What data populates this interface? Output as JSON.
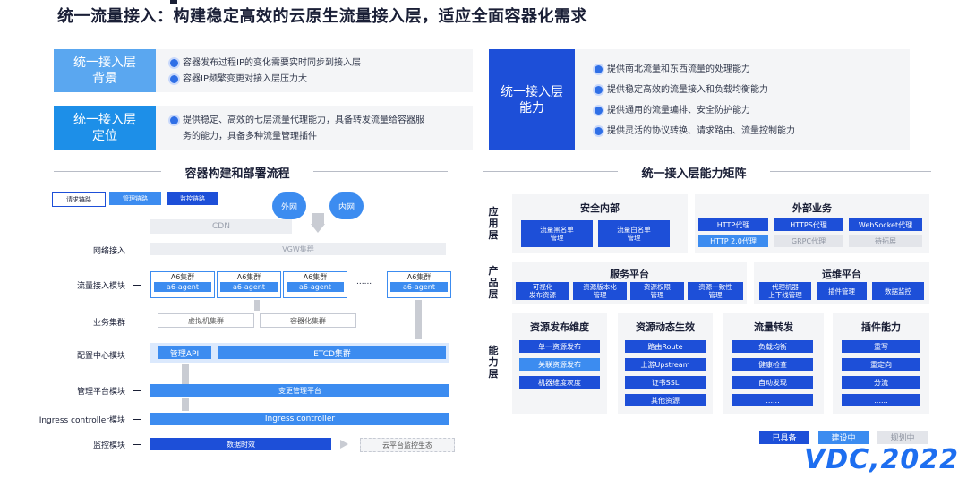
{
  "header": {
    "title": "统一流量接入：构建稳定高效的云原生流量接入层，适应全面容器化需求"
  },
  "top": {
    "background": {
      "label_l1": "统一接入层",
      "label_l2": "背景",
      "bullets": [
        "容器发布过程IP的变化需要实时同步到接入层",
        "容器IP频繁变更对接入层压力大"
      ]
    },
    "positioning": {
      "label_l1": "统一接入层",
      "label_l2": "定位",
      "bullets_l1": "提供稳定、高效的七层流量代理能力，具备转发流量给容器服",
      "bullets_l2": "务的能力，具备多种流量管理插件"
    },
    "capability": {
      "label_l1": "统一接入层",
      "label_l2": "能力",
      "bullets": [
        "提供南北流量和东西流量的处理能力",
        "提供稳定高效的流量接入和负载均衡能力",
        "提供通用的流量编排、安全防护能力",
        "提供灵活的协议转换、请求路由、流量控制能力"
      ]
    }
  },
  "left": {
    "section_title": "容器构建和部署流程",
    "legend": [
      "请求链路",
      "管理链路",
      "监控链路"
    ],
    "clouds": [
      "外网",
      "内网"
    ],
    "rows": [
      "网络接入",
      "流量接入模块",
      "业务集群",
      "配置中心模块",
      "管理平台模块",
      "Ingress controller模块",
      "监控模块"
    ],
    "cdn": "CDN",
    "vgw": "VGW集群",
    "clusters": [
      {
        "name": "A6集群",
        "agent": "a6-agent"
      },
      {
        "name": "A6集群",
        "agent": "a6-agent"
      },
      {
        "name": "A6集群",
        "agent": "a6-agent"
      },
      {
        "name": "A6集群",
        "agent": "a6-agent"
      }
    ],
    "ellipsis": "......",
    "biz": [
      "虚拟机集群",
      "容器化集群"
    ],
    "config": [
      "管理API",
      "ETCD集群"
    ],
    "mgmt": "变更管理平台",
    "ingress": "Ingress controller",
    "monitor": [
      "数据时效",
      "云平台监控生态"
    ]
  },
  "right": {
    "section_title": "统一接入层能力矩阵",
    "side_app": [
      "应",
      "用",
      "层"
    ],
    "side_prod": [
      "产",
      "品",
      "层"
    ],
    "side_cap": [
      "能",
      "力",
      "层"
    ],
    "security": {
      "title": "安全内部",
      "items": [
        [
          "流量黑名单",
          "管理"
        ],
        [
          "流量白名单",
          "管理"
        ]
      ]
    },
    "external": {
      "title": "外部业务",
      "row1": [
        "HTTP代理",
        "HTTPS代理",
        "WebSocket代理"
      ],
      "row2": [
        "HTTP 2.0代理",
        "GRPC代理",
        "待拓展"
      ]
    },
    "service": {
      "title": "服务平台",
      "items": [
        [
          "可视化",
          "发布资源"
        ],
        [
          "资源版本化",
          "管理"
        ],
        [
          "资源权限",
          "管理"
        ],
        [
          "资源一致性",
          "管理"
        ]
      ]
    },
    "ops": {
      "title": "运维平台",
      "items": [
        [
          "代理机器",
          "上下线管理"
        ],
        [
          "插件管理",
          ""
        ],
        [
          "数据监控",
          ""
        ]
      ]
    },
    "cap1": {
      "title": "资源发布维度",
      "items": [
        "单一资源发布",
        "关联资源发布",
        "机器维度灰度"
      ]
    },
    "cap2": {
      "title": "资源动态生效",
      "items": [
        "路由Route",
        "上游Upstream",
        "证书SSL",
        "其他资源"
      ]
    },
    "cap3": {
      "title": "流量转发",
      "items": [
        "负载均衡",
        "健康检查",
        "自动发现",
        "......"
      ]
    },
    "cap4": {
      "title": "插件能力",
      "items": [
        "重写",
        "重定向",
        "分流",
        "......"
      ]
    },
    "status_legend": [
      "已具备",
      "建设中",
      "规划中"
    ]
  },
  "logo": "VDC,2022",
  "colors": {
    "dark_blue": "#1d4fd8",
    "light_blue": "#3c8cf0",
    "grey": "#e3e5ea",
    "label_bg": "#5aa7f0"
  }
}
